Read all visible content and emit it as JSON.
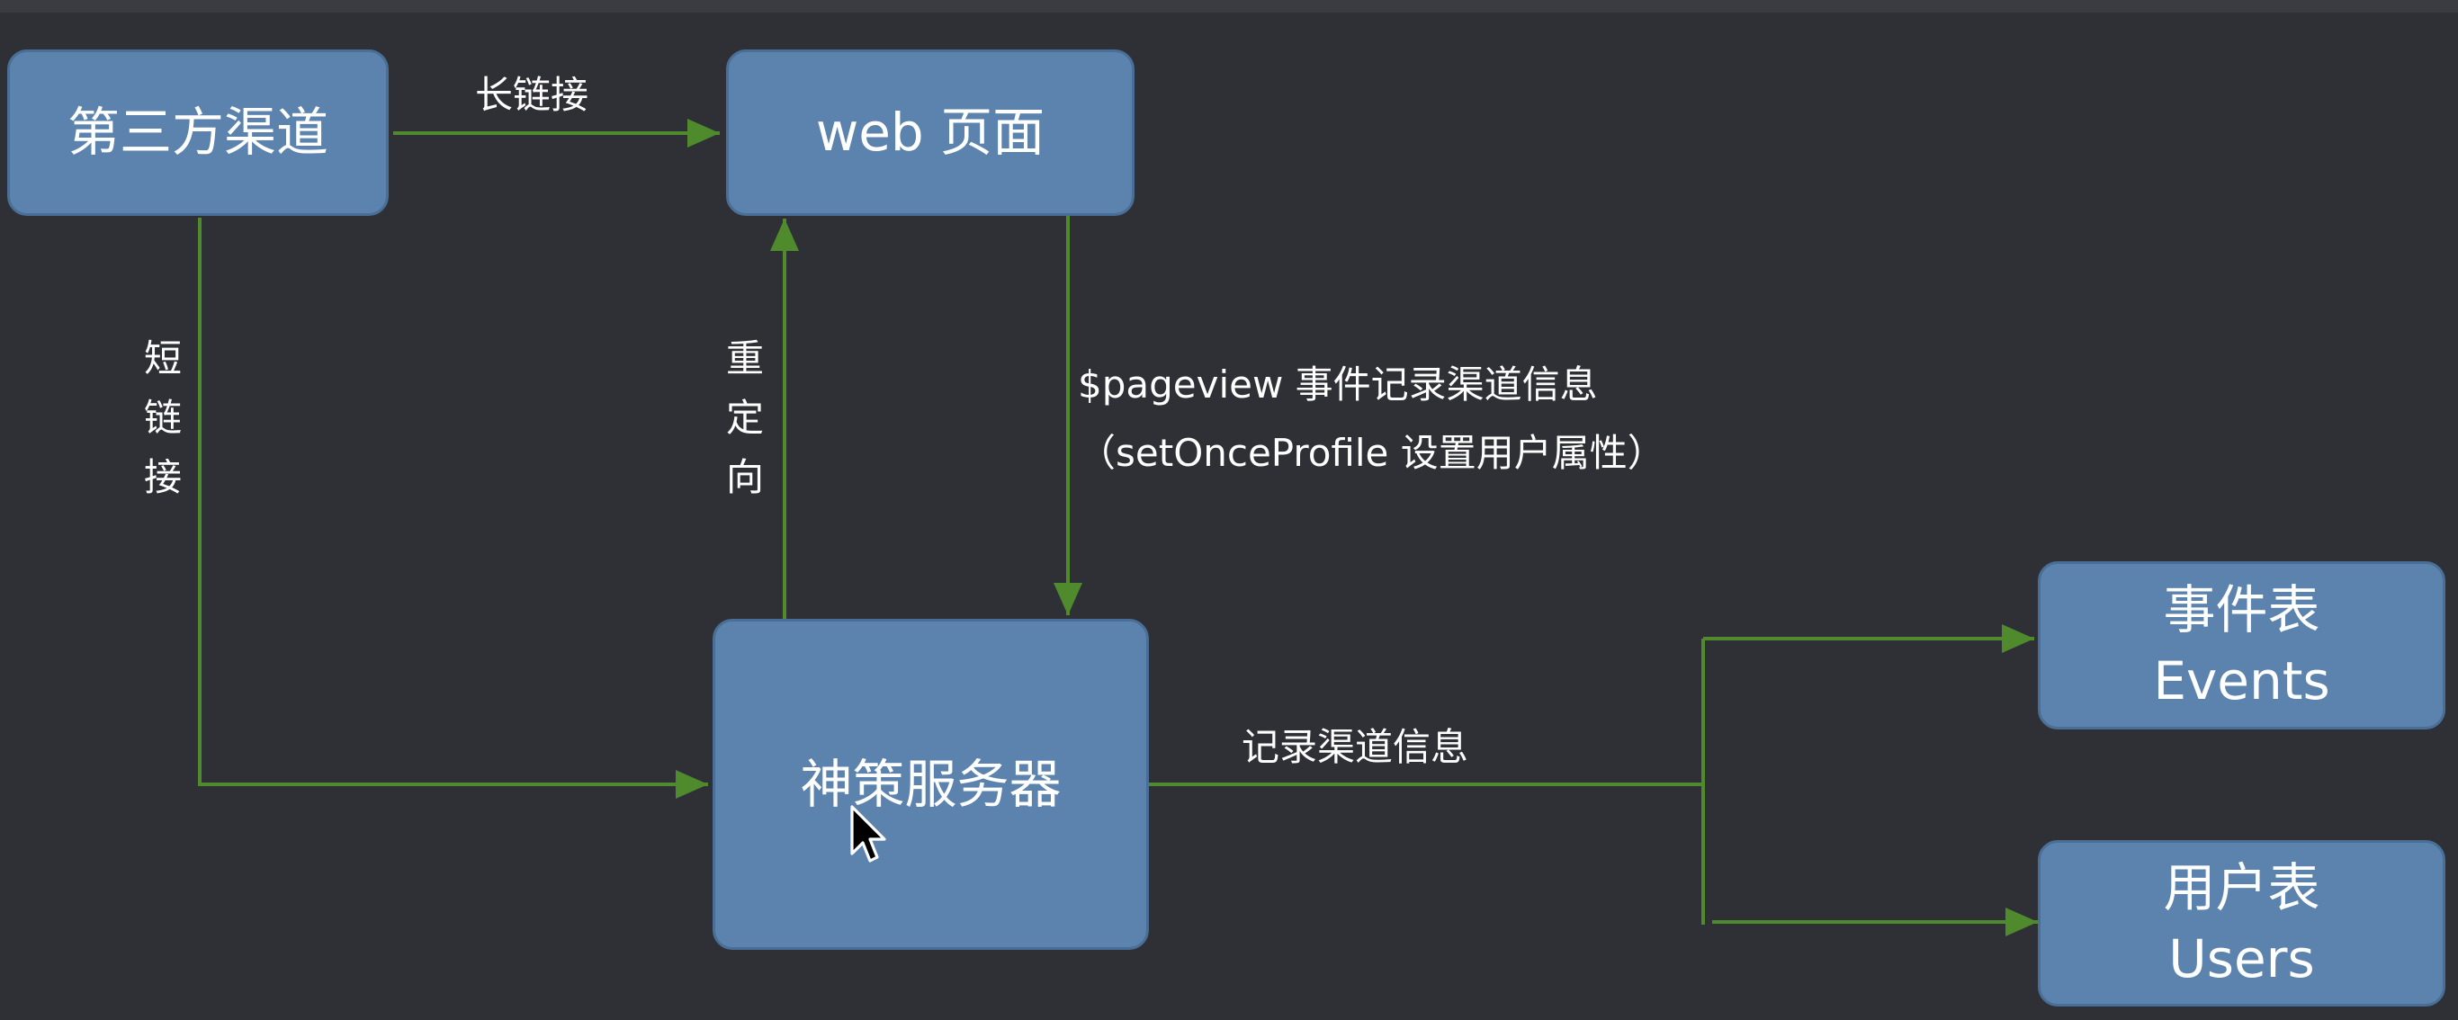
{
  "diagram": {
    "nodes": {
      "third_party": "第三方渠道",
      "web_page": "web 页面",
      "sensors_server": "神策服务器",
      "events_table": "事件表\nEvents",
      "users_table": "用户表\nUsers"
    },
    "edges": {
      "long_link": "长链接",
      "short_link": "短链接",
      "redirect": "重定向",
      "pageview_record": "$pageview 事件记录渠道信息\n（setOnceProfile 设置用户属性）",
      "record_channel": "记录渠道信息"
    }
  },
  "colors": {
    "background": "#2e3036",
    "node_fill": "#5b83ae",
    "edge": "#4f8a2d",
    "text": "#ffffff"
  },
  "cursor_icon": "arrow-pointer-icon"
}
